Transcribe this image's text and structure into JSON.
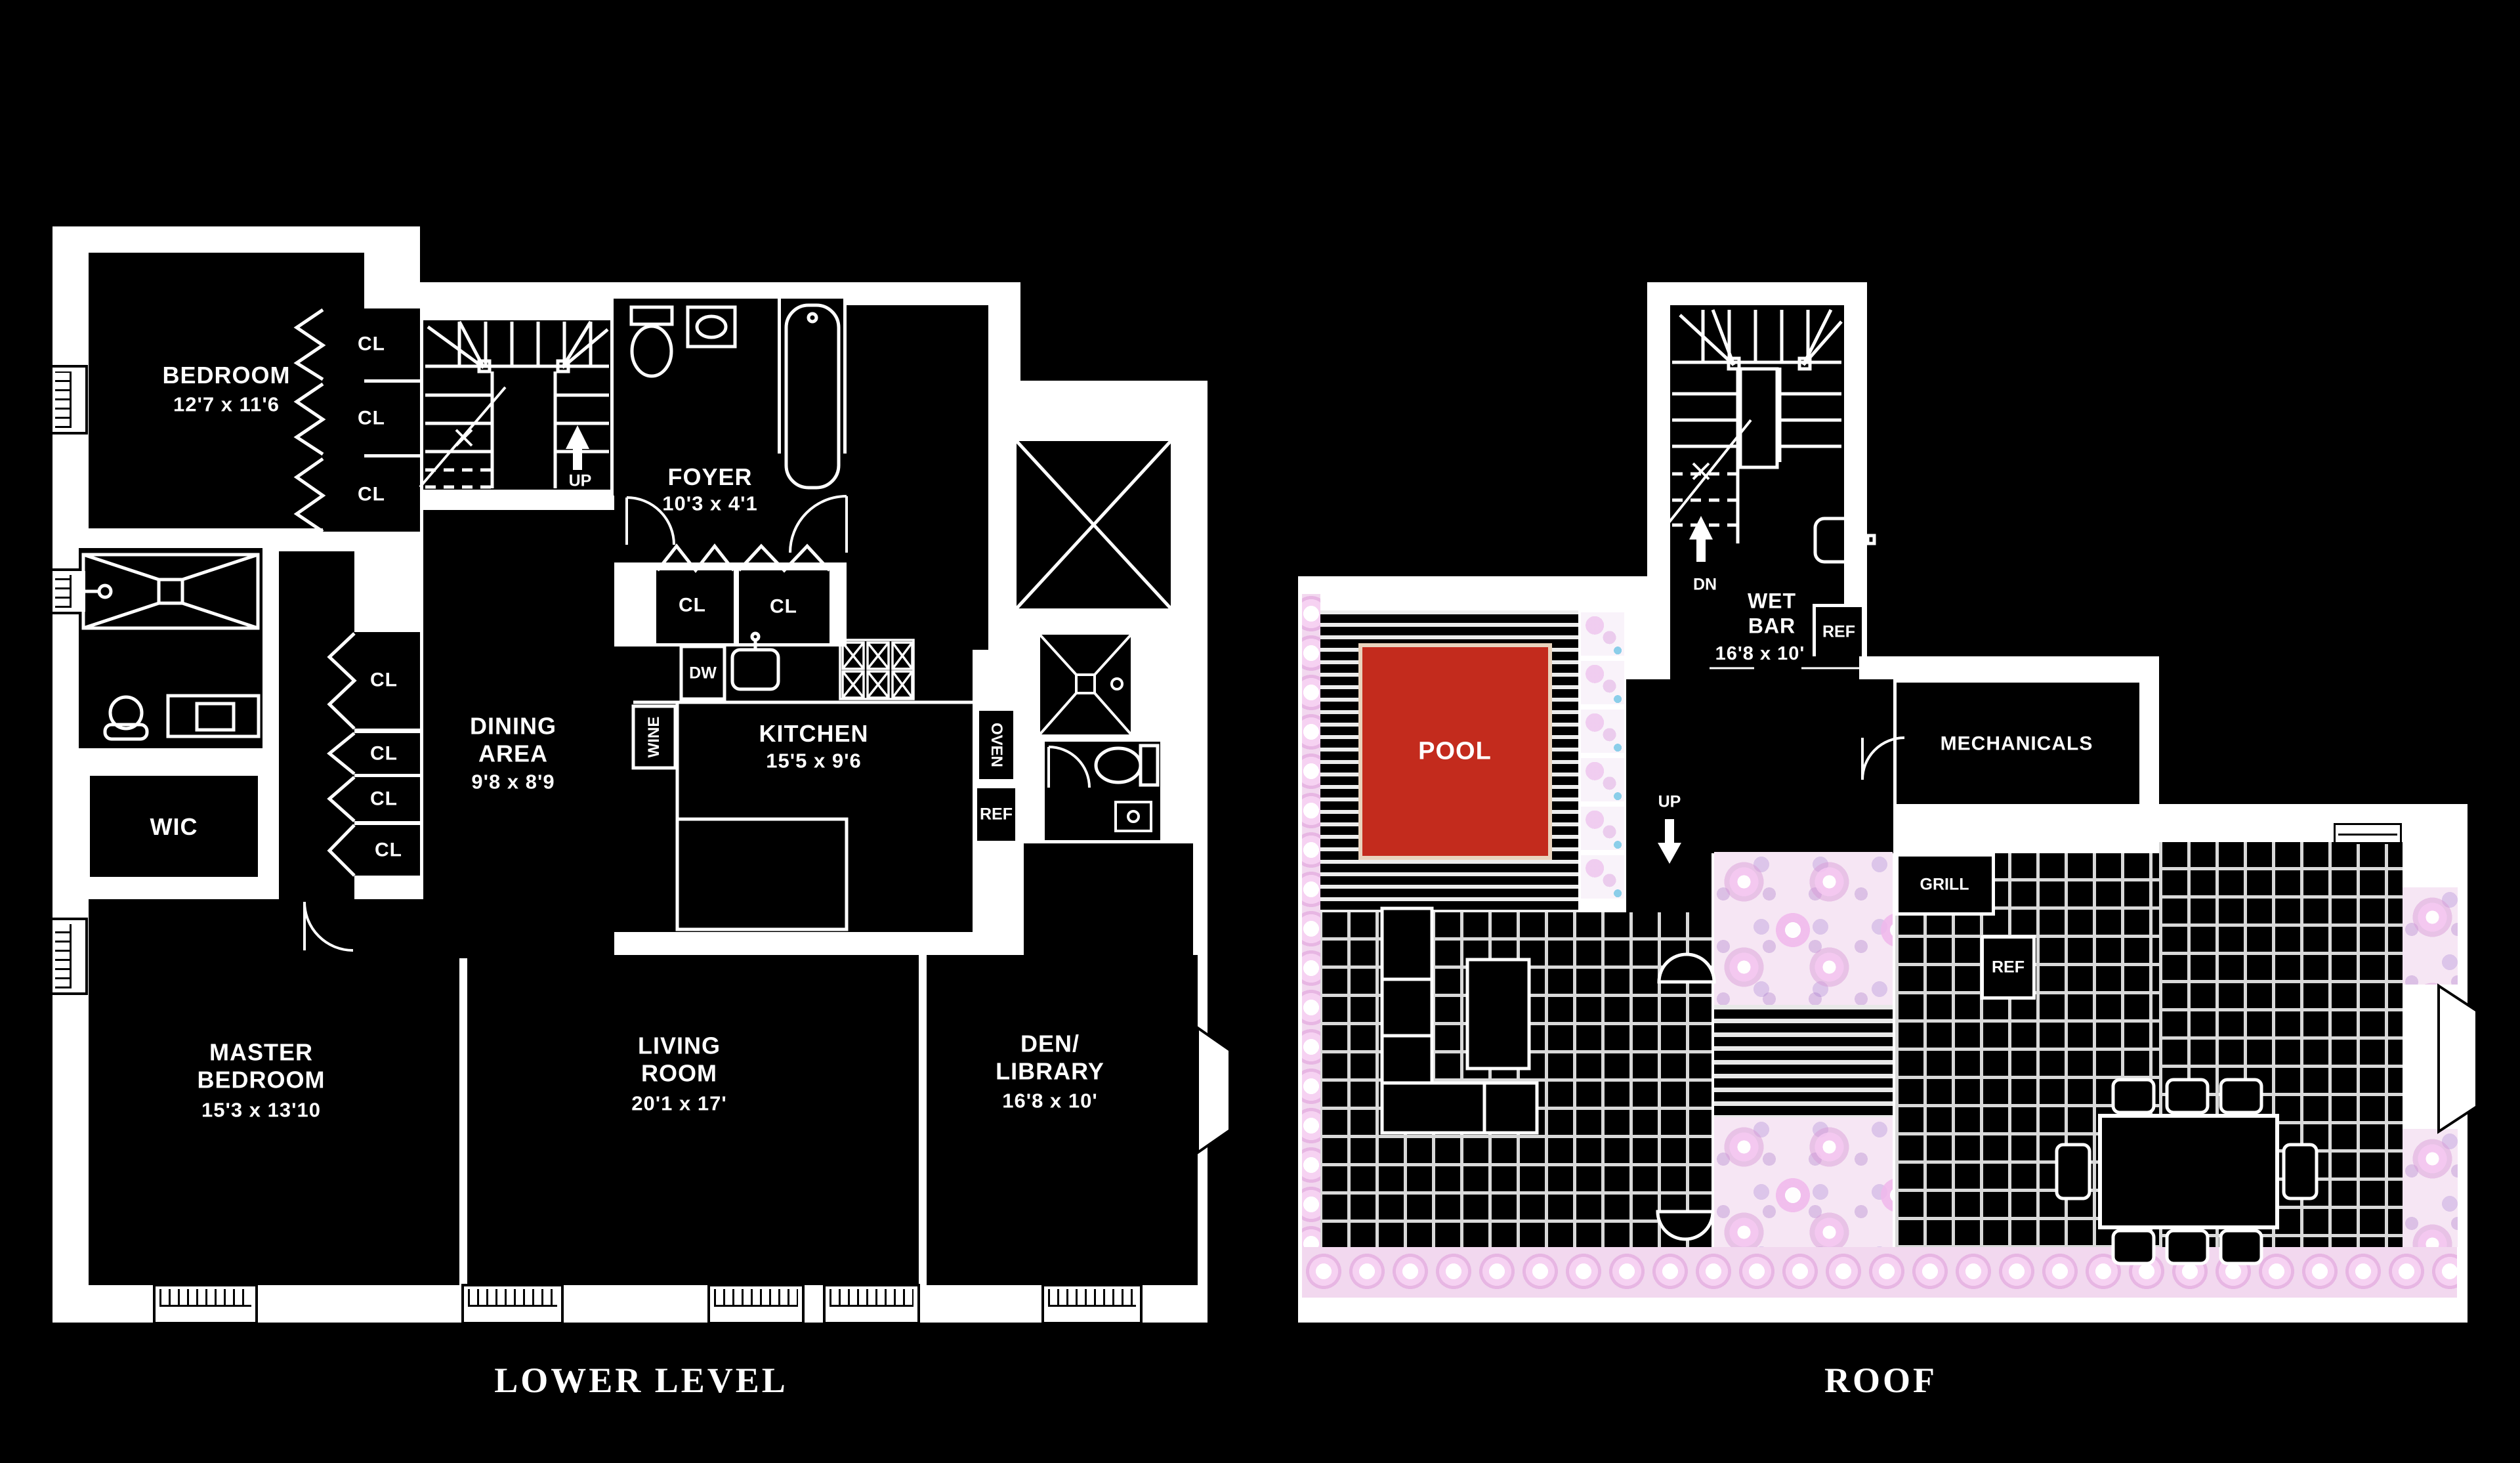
{
  "colors": {
    "page_background": "#000000",
    "plan_walls": "#ffffff",
    "pool_red": "#c32b1d",
    "planting_pink": "#f6e6f4",
    "deck_line_gray": "#d9d9d9"
  },
  "lower_level": {
    "title": "LOWER LEVEL",
    "rooms": {
      "bedroom": {
        "name": "BEDROOM",
        "dims": "12'7 x 11'6"
      },
      "foyer": {
        "name": "FOYER",
        "dims": "10'3 x 4'1"
      },
      "dining_area": {
        "name": "DINING\nAREA",
        "dims": "9'8 x 8'9"
      },
      "kitchen": {
        "name": "KITCHEN",
        "dims": "15'5 x 9'6"
      },
      "wic": {
        "name": "WIC"
      },
      "master_bedroom": {
        "name": "MASTER\nBEDROOM",
        "dims": "15'3 x 13'10"
      },
      "living_room": {
        "name": "LIVING\nROOM",
        "dims": "20'1 x 17'"
      },
      "den_library": {
        "name": "DEN/\nLIBRARY",
        "dims": "16'8 x 10'"
      }
    },
    "labels": {
      "closet": "CL",
      "up": "UP",
      "dishwasher": "DW",
      "wine": "WINE",
      "oven": "OVEN",
      "refrigerator": "REF"
    }
  },
  "roof": {
    "title": "ROOF",
    "rooms": {
      "wet_bar": {
        "name": "WET\nBAR",
        "dims": "16'8 x 10'"
      },
      "mechanicals": {
        "name": "MECHANICALS"
      },
      "pool": {
        "name": "POOL"
      }
    },
    "labels": {
      "dn": "DN",
      "up": "UP",
      "grill": "GRILL",
      "refrigerator": "REF"
    }
  }
}
